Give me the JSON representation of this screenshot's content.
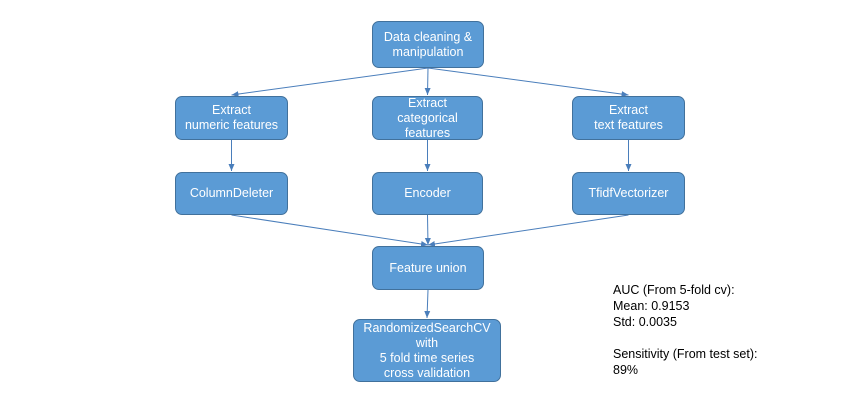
{
  "nodes": {
    "data_cleaning": "Data cleaning &\nmanipulation",
    "extract_numeric": "Extract\nnumeric features",
    "extract_categorical": "Extract\ncategorical\nfeatures",
    "extract_text": "Extract\ntext features",
    "column_deleter": "ColumnDeleter",
    "encoder": "Encoder",
    "tfidf": "TfidfVectorizer",
    "feature_union": "Feature union",
    "randomized_search": "RandomizedSearchCV\nwith\n5 fold time series\ncross validation"
  },
  "edges": [
    {
      "from": "data_cleaning",
      "to": "extract_numeric"
    },
    {
      "from": "data_cleaning",
      "to": "extract_categorical"
    },
    {
      "from": "data_cleaning",
      "to": "extract_text"
    },
    {
      "from": "extract_numeric",
      "to": "column_deleter"
    },
    {
      "from": "extract_categorical",
      "to": "encoder"
    },
    {
      "from": "extract_text",
      "to": "tfidf"
    },
    {
      "from": "column_deleter",
      "to": "feature_union"
    },
    {
      "from": "encoder",
      "to": "feature_union"
    },
    {
      "from": "tfidf",
      "to": "feature_union"
    },
    {
      "from": "feature_union",
      "to": "randomized_search"
    }
  ],
  "stats": {
    "auc_title": "AUC (From 5-fold cv):",
    "mean": "Mean:  0.9153",
    "std": "Std: 0.0035",
    "sensitivity_title": "Sensitivity (From test set):",
    "sensitivity_value": "89%"
  },
  "colors": {
    "node_fill": "#5b9bd5",
    "node_border": "#41719c",
    "edge": "#4a7ebb"
  }
}
